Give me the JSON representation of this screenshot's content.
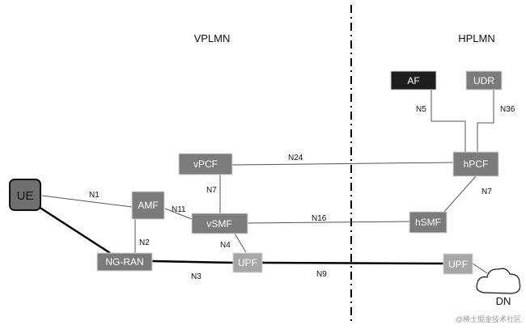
{
  "regions": {
    "visited": "VPLMN",
    "home": "HPLMN"
  },
  "nodes": {
    "ue": "UE",
    "ngran": "NG-RAN",
    "amf": "AMF",
    "vpcf": "vPCF",
    "vsmf": "vSMF",
    "upf_visited": "UPF",
    "af": "AF",
    "udr": "UDR",
    "hpcf": "hPCF",
    "hsmf": "hSMF",
    "upf_home": "UPF",
    "dn": "DN"
  },
  "interfaces": {
    "n1": "N1",
    "n2": "N2",
    "n3": "N3",
    "n4": "N4",
    "n5": "N5",
    "n7_visited": "N7",
    "n7_home": "N7",
    "n9": "N9",
    "n11": "N11",
    "n16": "N16",
    "n24": "N24",
    "n36": "N36"
  },
  "colors": {
    "node_fill": "#7b7b7b",
    "upf_fill": "#a6a6a6",
    "af_fill": "#1e1e1e",
    "ue_fill": "#6f6f6f",
    "line": "#555555",
    "border": "#d4d4d4"
  },
  "watermark": "@稀土掘金技术社区"
}
